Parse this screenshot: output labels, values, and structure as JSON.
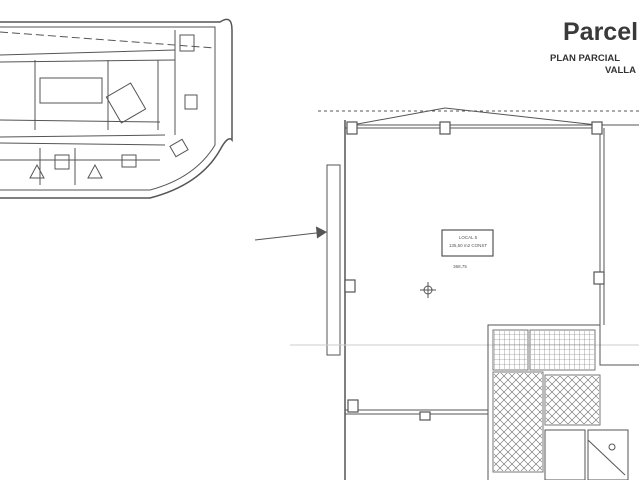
{
  "title": "Parcel",
  "subtitle_line1": "PLAN PARCIAL",
  "subtitle_line2": "VALLA",
  "plan": {
    "room_label": "LOCAL 5",
    "room_area": "135,50 m2 CONST",
    "level_mark": "368,75"
  }
}
